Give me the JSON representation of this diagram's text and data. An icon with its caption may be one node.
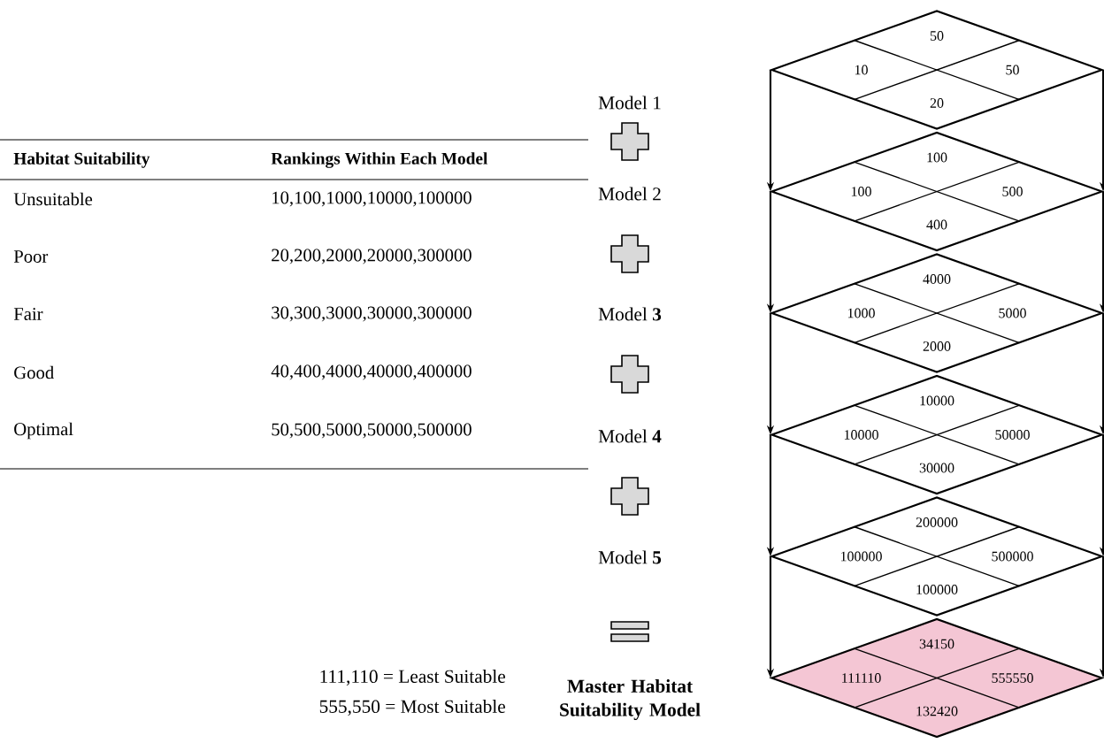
{
  "diagram": {
    "nodes": [
      {
        "text": [
          "50",
          "10",
          "50",
          "20"
        ]
      },
      {
        "text": [
          "100",
          "100",
          "500",
          "400"
        ]
      },
      {
        "text": [
          "4000",
          "1000",
          "5000",
          "2000"
        ]
      },
      {
        "text": [
          "10000",
          "10000",
          "50000",
          "30000"
        ]
      },
      {
        "text": [
          "200000",
          "100000",
          "500000",
          "100000"
        ]
      },
      {
        "text": [
          "34150",
          "111110",
          "555550",
          "132420"
        ]
      }
    ],
    "edges": [
      {
        "from": 0,
        "to": 1,
        "arrow": "to"
      },
      {
        "from": 0,
        "to": 1,
        "arrow": "to"
      },
      {
        "from": 1,
        "to": 2,
        "arrow": "to"
      },
      {
        "from": 1,
        "to": 2,
        "arrow": "to"
      },
      {
        "from": 2,
        "to": 3,
        "arrow": "to"
      },
      {
        "from": 2,
        "to": 3,
        "arrow": "to"
      },
      {
        "from": 3,
        "to": 4,
        "arrow": "to"
      },
      {
        "from": 3,
        "to": 4,
        "arrow": "to"
      },
      {
        "from": 4,
        "to": 5,
        "arrow": "to"
      },
      {
        "from": 4,
        "to": 5,
        "arrow": "to"
      }
    ],
    "labels": [
      "Habitat Suitability",
      "Rankings Within Each Model",
      "Unsuitable",
      "10,100,1000,10000,100000",
      "Poor",
      "20,200,2000,20000,300000",
      "Fair",
      "30,300,3000,30000,300000",
      "Good",
      "40,400,4000,40000,400000",
      "Optimal",
      "50,500,5000,50000,500000",
      "Model 1",
      "Model 2",
      "Model **3**",
      "Model **4**",
      "Model **5**",
      "Master Habitat Suitability Model",
      "111,110 = Least Suitable",
      "555,550 = Most Suitable"
    ]
  }
}
